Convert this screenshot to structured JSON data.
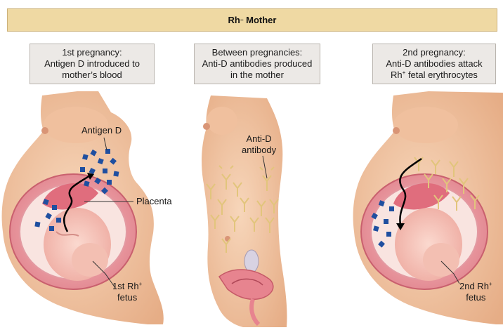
{
  "banner": {
    "text": "Rh",
    "sup": "−",
    "suffix": " Mother"
  },
  "panels": [
    {
      "caption": [
        "1st pregnancy:",
        "Antigen D introduced to",
        "mother’s blood"
      ]
    },
    {
      "caption": [
        "Between pregnancies:",
        "Anti-D antibodies produced",
        "in the mother"
      ]
    },
    {
      "caption": [
        "2nd pregnancy:",
        "Anti-D antibodies attack",
        "Rh+ fetal erythrocytes"
      ]
    }
  ],
  "labels": {
    "antigen_d": "Antigen D",
    "placenta": "Placenta",
    "fetus1_prefix": "1st Rh",
    "fetus_sup": "+",
    "fetus_word": "fetus",
    "antibody_line1": "Anti-D",
    "antibody_line2": "antibody",
    "fetus2_prefix": "2nd Rh"
  },
  "colors": {
    "banner": "#efd9a3",
    "caption_bg": "#ece9e6",
    "skin": "#f2c9a8",
    "antigen": "#1f4fa0",
    "antibody": "#e8cf8a",
    "uterus": "#e98f98"
  }
}
